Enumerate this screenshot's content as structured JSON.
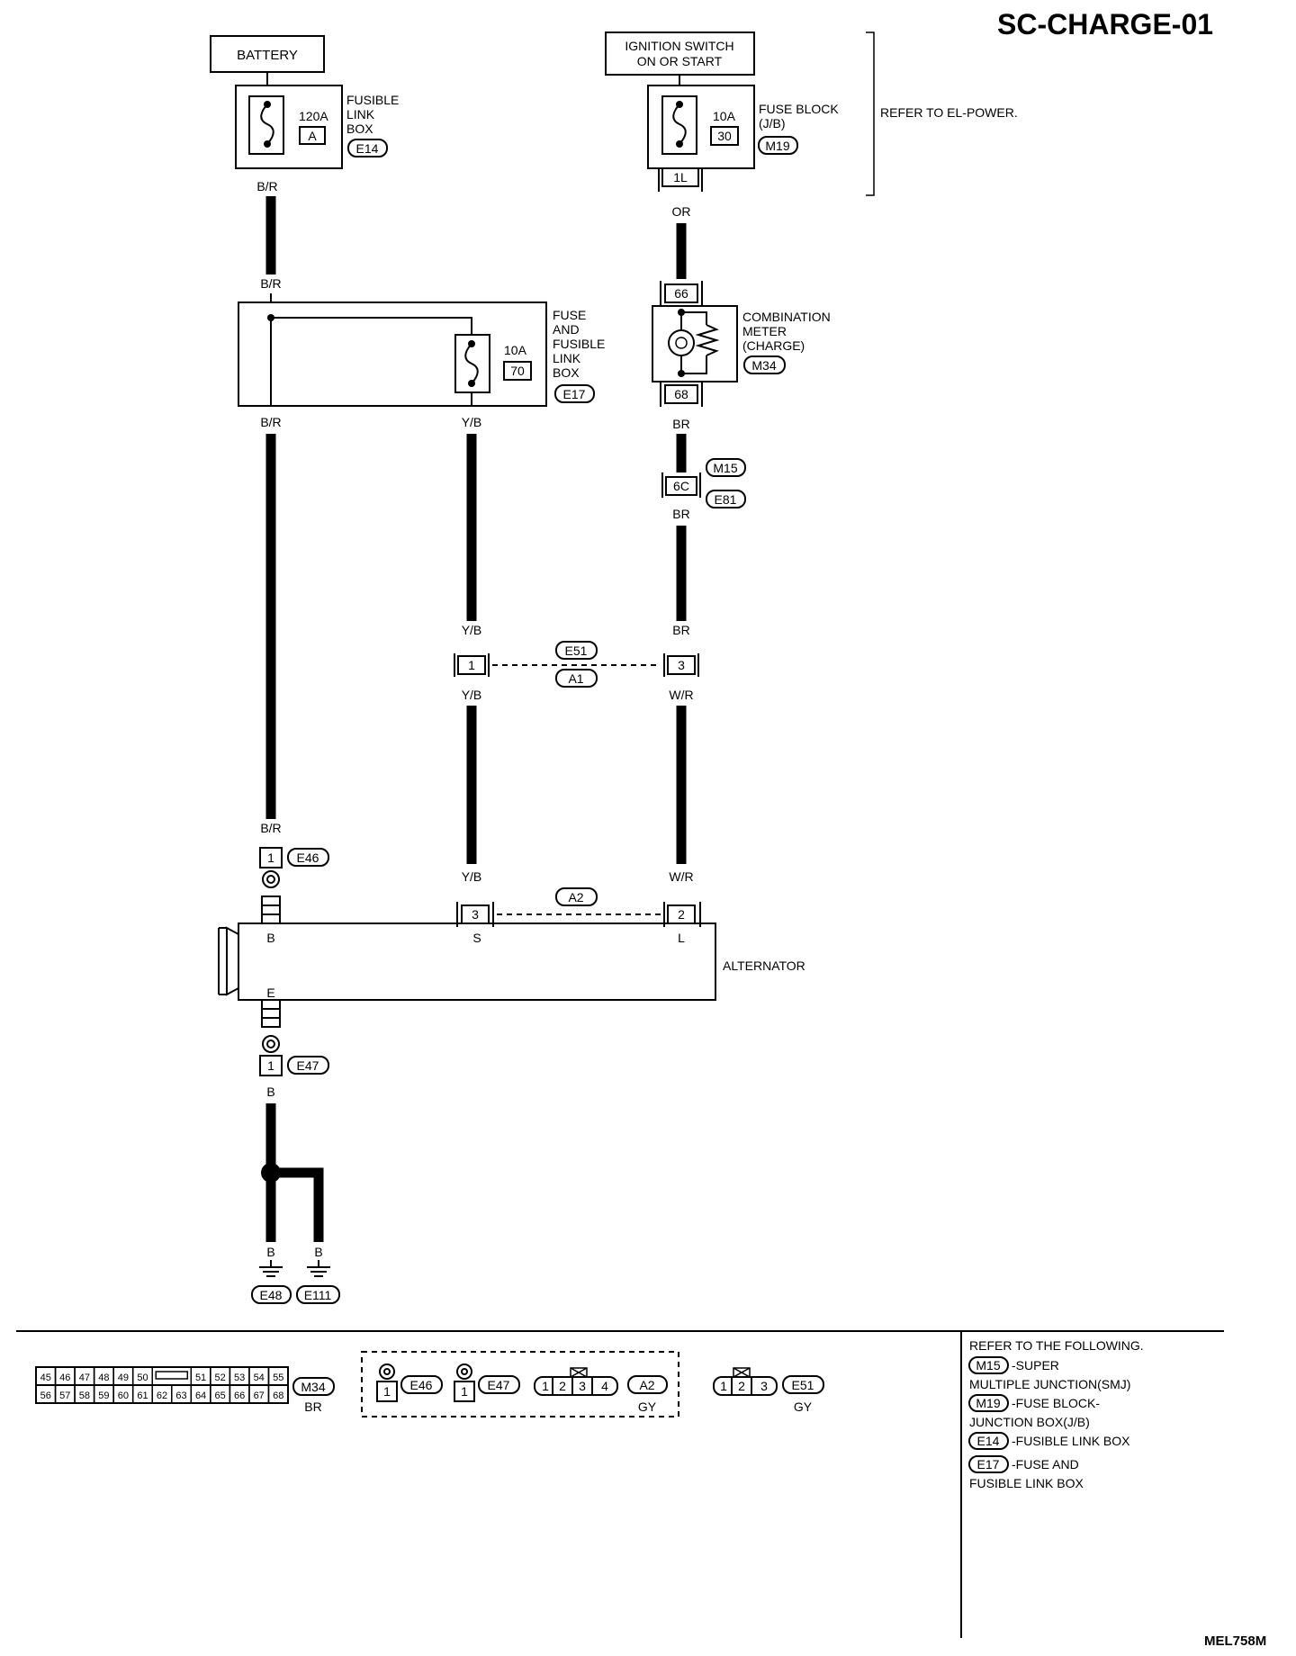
{
  "title": "SC-CHARGE-01",
  "footer_code": "MEL758M",
  "labels": {
    "battery": "BATTERY",
    "ign_1": "IGNITION SWITCH",
    "ign_2": "ON OR START",
    "refer_el_power": "REFER TO EL-POWER.",
    "fusible_1": "FUSIBLE",
    "fusible_2": "LINK",
    "fusible_3": "BOX",
    "fuse_120a": "120A",
    "fuse_a": "A",
    "fuseblock_1": "FUSE BLOCK",
    "fuseblock_2": "(J/B)",
    "fuse_10a_30": "10A",
    "fuse_30": "30",
    "conn_1l": "1L",
    "fflb_1": "FUSE",
    "fflb_2": "AND",
    "fflb_3": "FUSIBLE",
    "fflb_4": "LINK",
    "fflb_5": "BOX",
    "fuse_10a_70": "10A",
    "fuse_70": "70",
    "combo_1": "COMBINATION",
    "combo_2": "METER",
    "combo_3": "(CHARGE)",
    "pin_66": "66",
    "pin_68": "68",
    "pin_6c": "6C",
    "pin_1a": "1",
    "pin_3a": "3",
    "pin_1_e46": "1",
    "pin_3_s": "3",
    "pin_2_l": "2",
    "pin_1_e47": "1",
    "alt_b": "B",
    "alt_s": "S",
    "alt_l": "L",
    "alt_e": "E",
    "alternator": "ALTERNATOR"
  },
  "wires": {
    "br_1": "B/R",
    "br_2": "B/R",
    "br_3": "B/R",
    "br_4": "B/R",
    "or": "OR",
    "brn_1": "BR",
    "brn_2": "BR",
    "brn_3": "BR",
    "yb_1": "Y/B",
    "yb_2": "Y/B",
    "yb_3": "Y/B",
    "yb_4": "Y/B",
    "wr_1": "W/R",
    "wr_2": "W/R",
    "b_1": "B",
    "b_2": "B",
    "b_3": "B"
  },
  "connectors": {
    "e14": "E14",
    "m19": "M19",
    "e17": "E17",
    "m34": "M34",
    "m15": "M15",
    "e81": "E81",
    "e51": "E51",
    "a1": "A1",
    "e46": "E46",
    "a2": "A2",
    "e47": "E47",
    "e48": "E48",
    "e111": "E111"
  },
  "legend": {
    "m34_row1": [
      "45",
      "46",
      "47",
      "48",
      "49",
      "50",
      "51",
      "52",
      "53",
      "54",
      "55"
    ],
    "m34_row2": [
      "56",
      "57",
      "58",
      "59",
      "60",
      "61",
      "62",
      "63",
      "64",
      "65",
      "66",
      "67",
      "68"
    ],
    "m34_id": "M34",
    "m34_color": "BR",
    "e46_pin": "1",
    "e46_id": "E46",
    "e47_pin": "1",
    "e47_id": "E47",
    "a2_pins": [
      "1",
      "2",
      "3",
      "4"
    ],
    "a2_id": "A2",
    "a2_color": "GY",
    "e51_pins": [
      "1",
      "2",
      "3"
    ],
    "e51_id": "E51",
    "e51_color": "GY"
  },
  "refer": {
    "heading": "REFER TO THE FOLLOWING.",
    "m15_id": "M15",
    "m15_text_1": "-SUPER",
    "m15_text_2": "MULTIPLE JUNCTION(SMJ)",
    "m19_id": "M19",
    "m19_text_1": "-FUSE BLOCK-",
    "m19_text_2": "JUNCTION BOX(J/B)",
    "e14_id": "E14",
    "e14_text": "-FUSIBLE LINK BOX",
    "e17_id": "E17",
    "e17_text_1": "-FUSE AND",
    "e17_text_2": "FUSIBLE LINK BOX"
  }
}
